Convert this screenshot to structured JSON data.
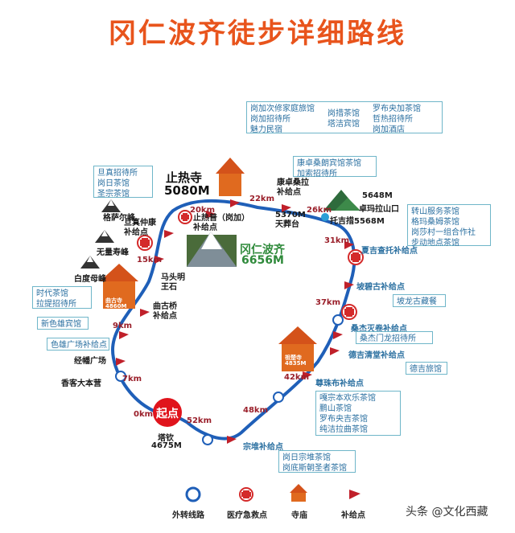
{
  "title": "冈仁波齐徒步详细路线",
  "center": {
    "name": "冈仁波齐",
    "elevation": "6656M"
  },
  "start": {
    "label": "起点",
    "place": "塔钦",
    "elevation": "4675M"
  },
  "pass": {
    "elevation": "5648M",
    "name": "卓玛拉山口"
  },
  "lake": "托吉措5568M",
  "zhire": {
    "name": "止热寺",
    "elevation": "5080M"
  },
  "temples": [
    {
      "name": "曲古寺",
      "elevation": "4860M"
    },
    {
      "name": "祖楚寺",
      "elevation": "4835M"
    }
  ],
  "peaks": [
    "格萨尔峰",
    "无量寿峰",
    "白度母峰"
  ],
  "km": [
    "0km",
    "7km",
    "9km",
    "15km",
    "20km",
    "22km",
    "26km",
    "31km",
    "37km",
    "42km",
    "48km",
    "52km"
  ],
  "labels": {
    "mtou": "马头明\n王石",
    "qugu_bridge": "曲古桥\n补给点",
    "jingfan": "经幡广场",
    "xiangke": "香客大本营",
    "zhirepu": "止热普（岗加）\n补给点",
    "danzhen_bu": "旦真仲康\n补给点",
    "kangzhuo": "康卓桑拉\n补给点",
    "tianzang": "5370M\n天葬台",
    "xiaji": "夏吉查托补给点",
    "poxigu": "坡碧古补给点",
    "sangjie": "桑杰灭卷补给点",
    "deji": "德吉清堂补给点",
    "zunzhu": "尊珠布补给点",
    "zongdui": "宗堆补给点"
  },
  "boxes": {
    "top": [
      [
        "岗加次修家庭旅馆",
        "岗加招待所",
        "魅力民宿"
      ],
      [
        "岗措茶馆",
        "塔洁宾馆"
      ],
      [
        "罗布央加茶馆",
        "哲热招待所",
        "岗加酒店"
      ]
    ],
    "kangzhuo": [
      "康卓桑朗宾馆茶馆",
      "加索招待所"
    ],
    "danzhen": [
      "旦真招待所",
      "岗日茶馆",
      "圣宗茶馆"
    ],
    "right": [
      "转山服务茶馆",
      "格玛桑姆茶馆",
      "岗莎村一组合作社",
      "步动地点茶馆"
    ],
    "shidai": [
      "时代茶馆",
      "拉提招待所"
    ],
    "sexiong": "新色雄宾馆",
    "sexiong_bu": "色雄广场补给点",
    "polonggu": "坡龙古藏餐",
    "sangjie_box": "桑杰门龙招待所",
    "deji_box": "德吉旅馆",
    "zunzhu_box": [
      "嘎宗本欢乐茶馆",
      "鹏山茶馆",
      "罗布央吉茶馆",
      "纯洁拉曲茶馆"
    ],
    "zongdui_box": [
      "岗日宗堆茶馆",
      "岗底斯朝圣者茶馆"
    ]
  },
  "legend": [
    "外转线路",
    "医疗急救点",
    "寺庙",
    "补给点"
  ],
  "watermark": "头条 @文化西藏",
  "colors": {
    "route": "#1f5fb8",
    "title": "#e8541c",
    "supply": "#c0202a",
    "start": "#e0141c"
  }
}
